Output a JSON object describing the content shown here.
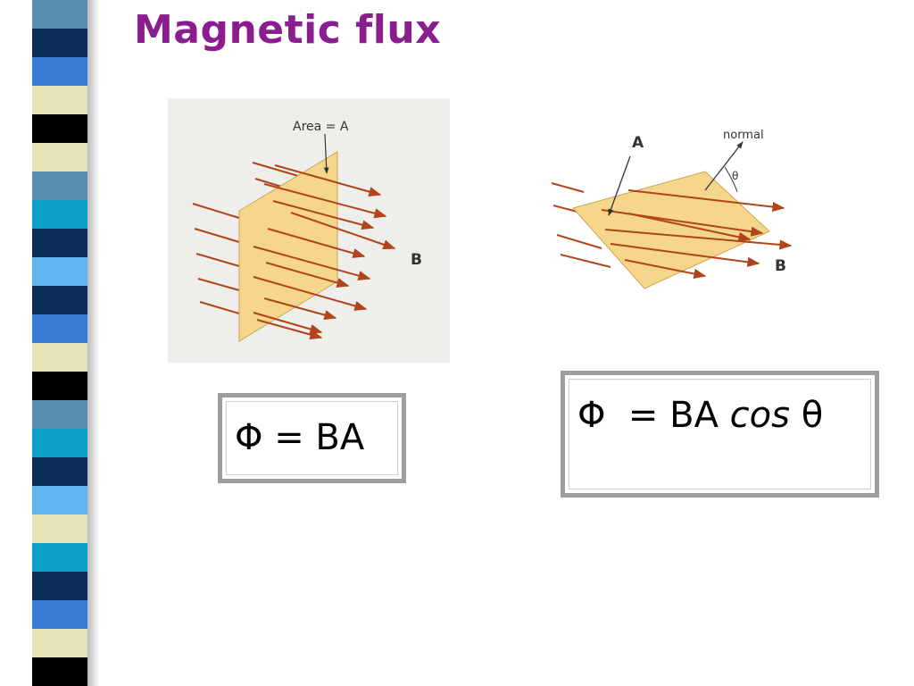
{
  "slide": {
    "title": "Magnetic flux",
    "figure_left": {
      "area_label": "Area = A",
      "field_label": "B"
    },
    "figure_right": {
      "area_label": "A",
      "normal_label": "normal",
      "angle_label": "θ",
      "field_label": "B"
    },
    "equation_left": "Φ = BA",
    "equation_right": {
      "prefix": "Φ  = BA ",
      "cos": "cos",
      "theta": " θ"
    }
  },
  "colors": {
    "title": "#8b1e8f",
    "plate": "#f5d68a",
    "arrow": "#b0441a",
    "box_border": "#9e9e9e"
  },
  "stripes": [
    "#5b8fb0",
    "#0a2d5a",
    "#3a7bd5",
    "#e6e3b8",
    "#000000",
    "#e6e3b8",
    "#5b8fb0",
    "#0aa0c8",
    "#0a2d5a",
    "#5fb6f0",
    "#0a2d5a",
    "#3a7bd5",
    "#e6e3b8",
    "#000000",
    "#5b8fb0",
    "#0aa0c8",
    "#0a2d5a",
    "#5fb6f0",
    "#e6e3b8",
    "#0aa0c8",
    "#0a2d5a",
    "#3a7bd5",
    "#e6e3b8",
    "#000000"
  ]
}
